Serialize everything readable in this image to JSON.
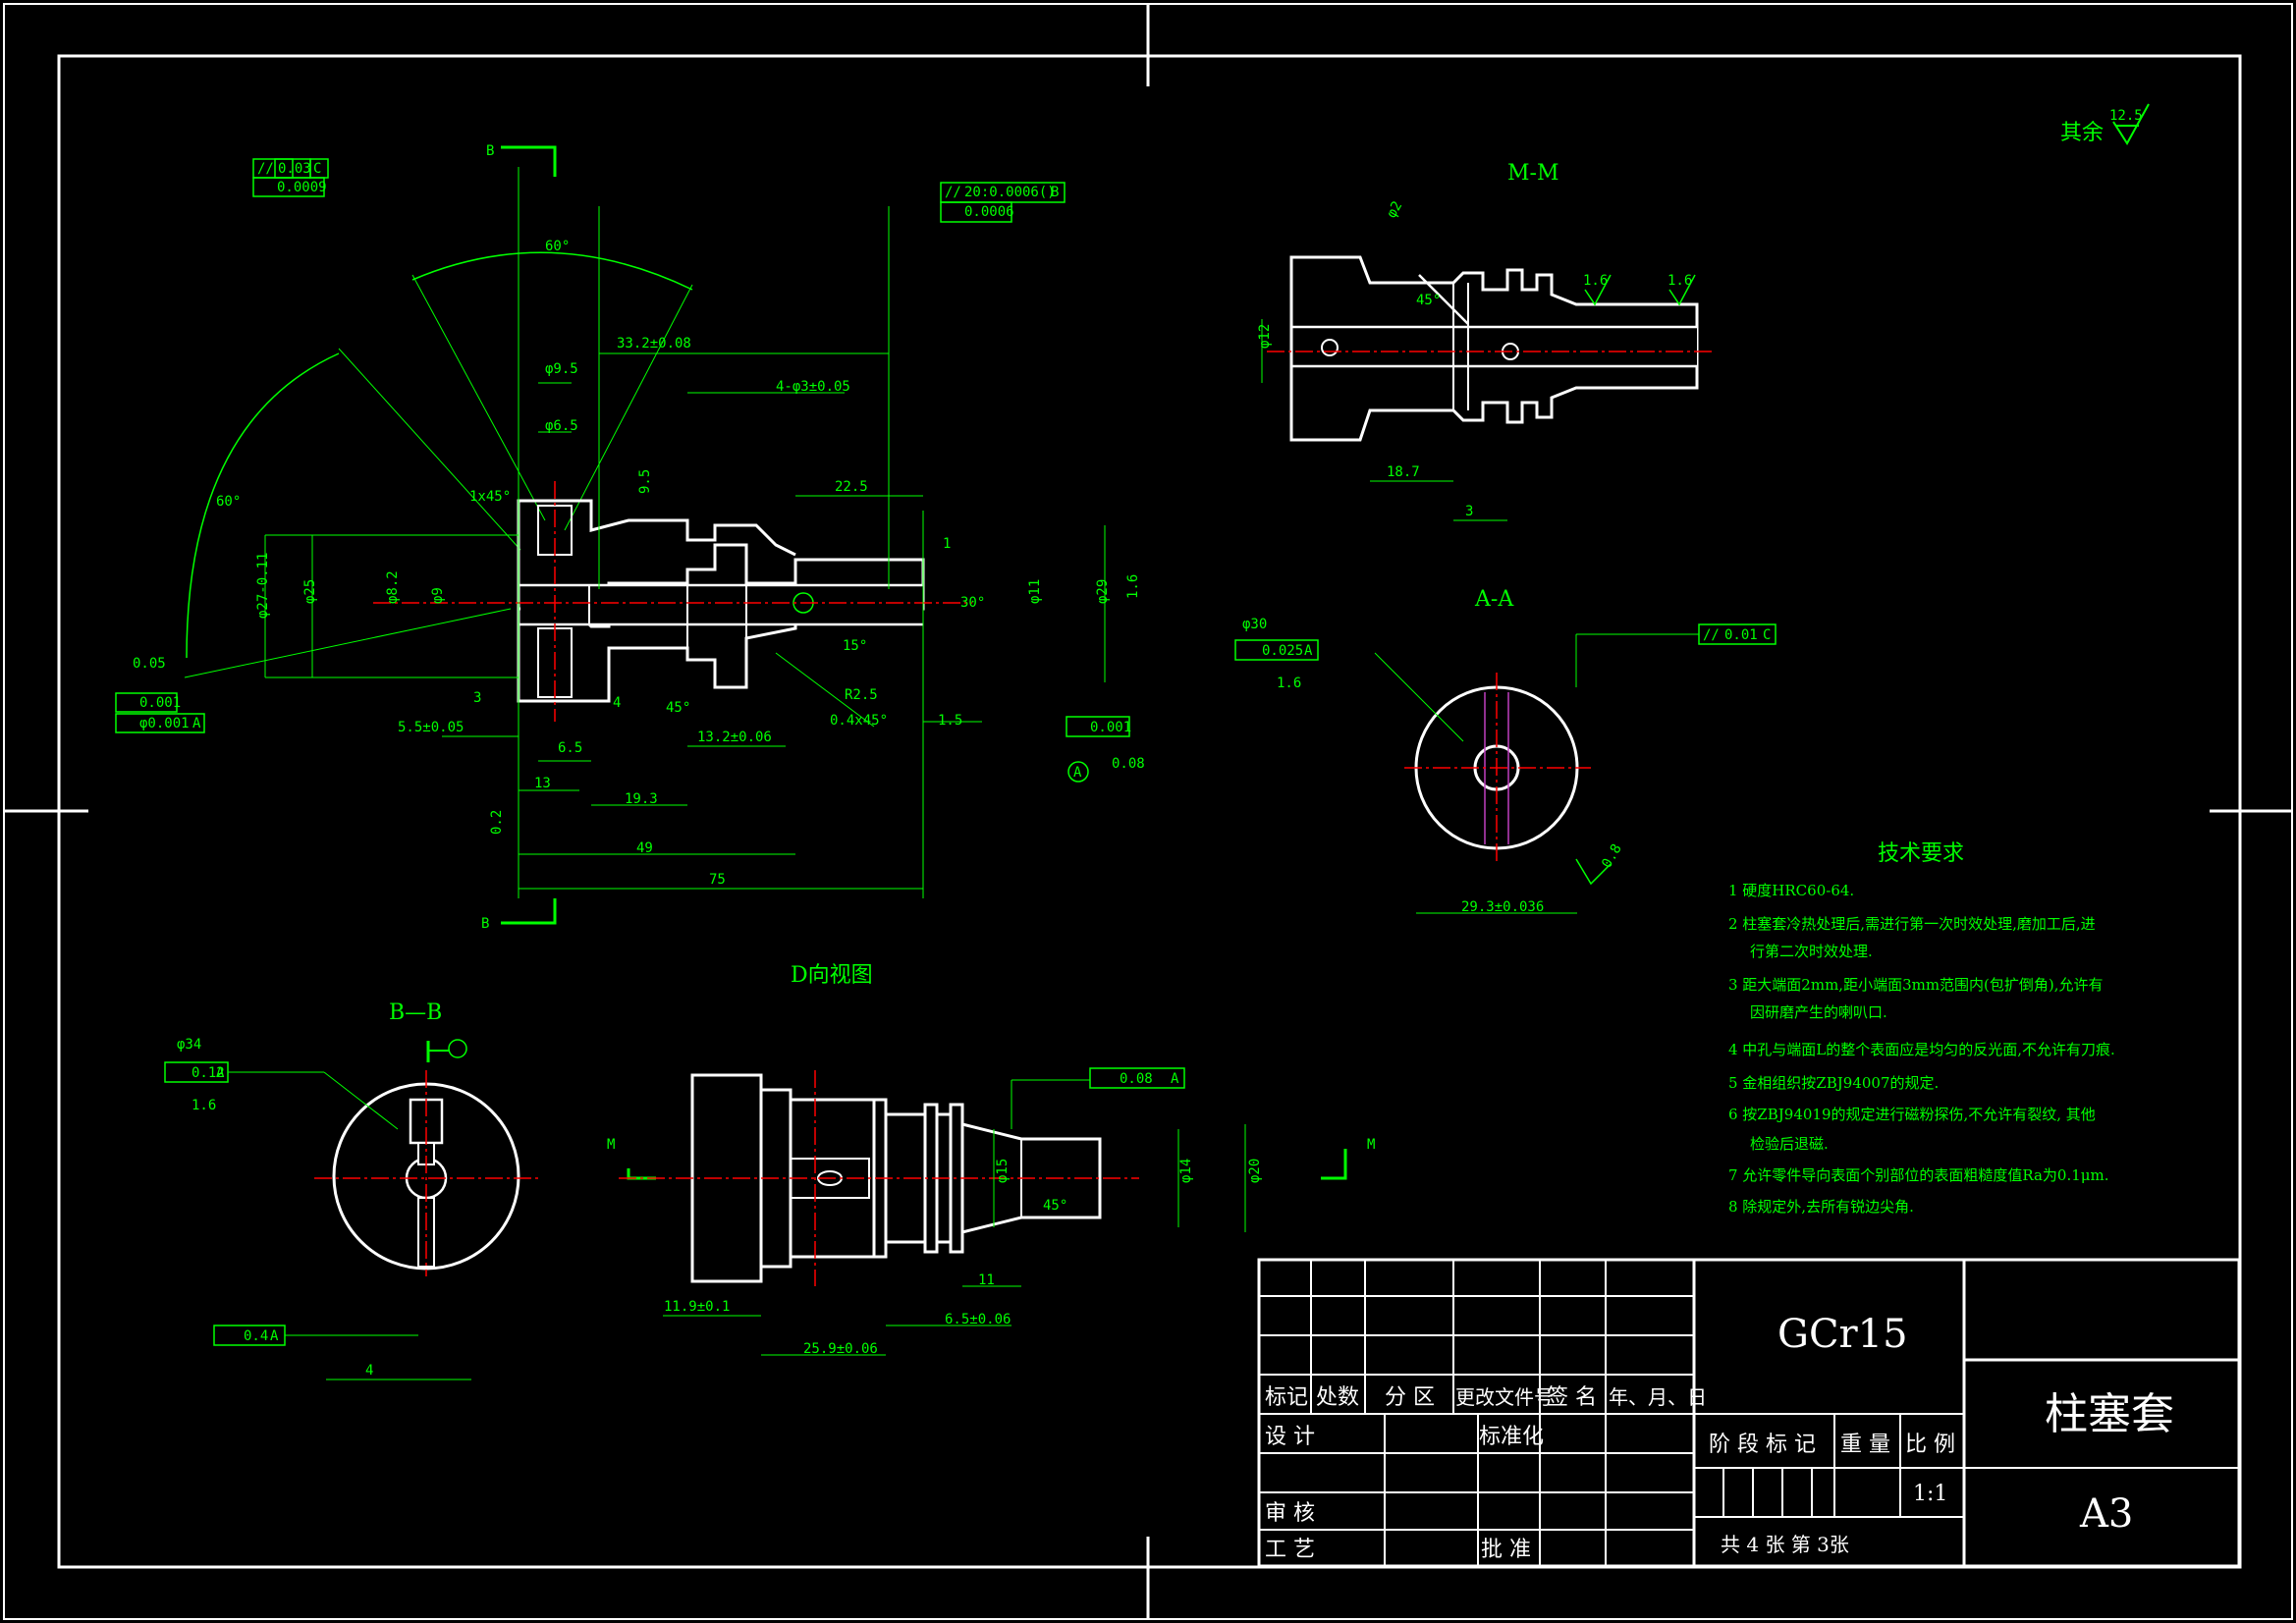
{
  "roughness_note": {
    "label": "其余",
    "value": "12.5"
  },
  "views": {
    "main_section_b": "B",
    "mm_section": "M-M",
    "aa_section": "A-A",
    "bb_section": "B—B",
    "d_view": "D向视图",
    "mark_m": "M"
  },
  "main_dims": {
    "angle_60_top": "60°",
    "angle_60_left": "60°",
    "d_33": "33.2±0.08",
    "d_4x3": "4-φ3±0.05",
    "d_phi95": "φ9.5",
    "d_phi65": "φ6.5",
    "d_95": "9.5",
    "d_225": "22.5",
    "d_1x45": "1x45°",
    "d_phi27": "φ27-0.11",
    "d_phi25": "φ25",
    "d_phi82": "φ8.2",
    "d_phi9": "φ9",
    "d_30": "30°",
    "d_phi11": "φ11",
    "d_phi29": "φ29",
    "d_16": "1.6",
    "d_1": "1",
    "d_15": "15°",
    "d_r25": "R2.5",
    "d_04": "0.4x45°",
    "d_45": "45°",
    "d_132": "13.2±0.06",
    "d_55": "5.5±0.05",
    "d_65": "6.5",
    "d_4": "4",
    "d_3": "3",
    "d_13": "13",
    "d_193": "19.3",
    "d_02": "0.2",
    "d_49": "49",
    "d_75": "75",
    "d_15b": "1.5"
  },
  "tolerance_frames": {
    "tf1_a": "//",
    "tf1_b": "0.03",
    "tf1_c": "C",
    "tf2_a": "0.0009",
    "tf3_a": "//",
    "tf3_b": "20:0.0006()",
    "tf3_c": "B",
    "tf4_a": "0.0006",
    "tf5_label": "0.05",
    "tf5_a": "0.001",
    "tf6_a": "φ0.001",
    "tf6_b": "A",
    "tf7_a": "0.001",
    "tf7_b": "0.08",
    "tf8_a": "0.025",
    "tf8_b": "A",
    "tf9_a": "//",
    "tf9_b": "0.01",
    "tf9_c": "C",
    "tf10_a": "0.12",
    "tf10_b": "A",
    "tf11_a": "0.08",
    "tf11_b": "A",
    "tf12_a": "0.4",
    "tf12_b": "A",
    "datum_a": "A"
  },
  "mm_dims": {
    "phi2": "φ2",
    "a45": "45°",
    "phi12": "φ12",
    "r16a": "1.6",
    "r16b": "1.6",
    "d187": "18.7",
    "d3": "3"
  },
  "aa_dims": {
    "phi30": "φ30",
    "r16": "1.6",
    "d293": "29.3±0.036",
    "r08": "0.8"
  },
  "bb_dims": {
    "phi34": "φ34",
    "r16": "1.6",
    "d4": "4"
  },
  "d_dims": {
    "d119": "11.9±0.1",
    "d259": "25.9±0.06",
    "d65": "6.5±0.06",
    "d11": "11",
    "phi15": "φ15",
    "phi14": "φ14",
    "phi20": "φ20",
    "a45": "45°"
  },
  "requirements": {
    "title": "技术要求",
    "items": [
      "1 硬度HRC60-64.",
      "2 柱塞套冷热处理后,需进行第一次时效处理,磨加工后,进",
      "行第二次时效处理.",
      "3 距大端面2mm,距小端面3mm范围内(包扩倒角),允许有",
      "因研磨产生的喇叭口.",
      "4 中孔与端面L的整个表面应是均匀的反光面,不允许有刀痕.",
      "5 金相组织按ZBJ94007的规定.",
      "6 按ZBJ94019的规定进行磁粉探伤,不允许有裂纹,  其他",
      "检验后退磁.",
      "7 允许零件导向表面个别部位的表面粗糙度值Ra为0.1μm.",
      "8 除规定外,去所有锐边尖角."
    ]
  },
  "title_block": {
    "material": "GCr15",
    "part_name": "柱塞套",
    "size": "A3",
    "scale": "1:1",
    "h_mark": "标记",
    "h_count": "处数",
    "h_zone": "分 区",
    "h_doc": "更改文件号",
    "h_sign": "签 名",
    "h_date": "年、月、日",
    "design": "设 计",
    "standard": "标准化",
    "stage": "阶 段 标 记",
    "weight": "重 量",
    "ratio": "比 例",
    "review": "审 核",
    "process": "工 艺",
    "approve": "批 准",
    "sheets": "共 4 张  第  3张"
  },
  "colors": {
    "line": "#00ff00",
    "outline": "#ffffff",
    "center": "#ff0000",
    "hatch": "#00b8b8"
  }
}
